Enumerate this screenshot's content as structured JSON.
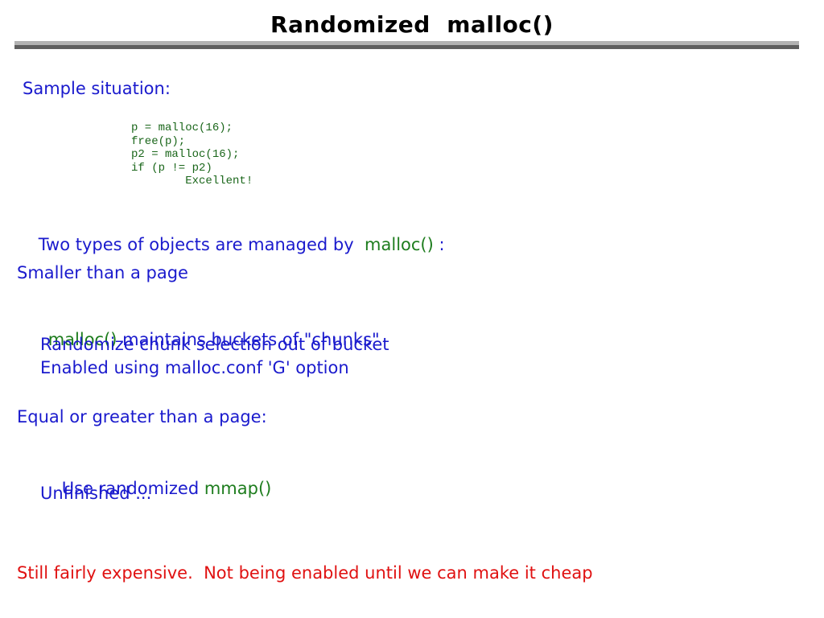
{
  "colors": {
    "title_black": "#000000",
    "text_blue": "#1a1acd",
    "inline_code_green": "#1e7d1e",
    "code_block_green": "#1a661a",
    "warning_red": "#e01111",
    "rule_light_gray": "#b2b2b2",
    "rule_dark_gray": "#5e5e5e"
  },
  "slide": {
    "title": "Randomized  malloc()",
    "sample_label": "Sample situation:",
    "code_block": {
      "lines": [
        "p = malloc(16);",
        "free(p);",
        "p2 = malloc(16);",
        "if (p != p2)",
        "        Excellent!"
      ]
    },
    "two_types": {
      "pre": "Two types of objects are managed by  ",
      "code": "malloc()",
      "post": " :"
    },
    "smaller_heading": "Smaller than a page",
    "buckets": {
      "code": "malloc()",
      "post": " maintains buckets of \"chunks\""
    },
    "randomize_line": "Randomize chunk selection out of bucket",
    "enabled_line": "Enabled using malloc.conf 'G' option",
    "equal_heading": "Equal or greater than a page:",
    "mmap": {
      "pre": "Use randomized ",
      "code": "mmap()"
    },
    "unfinished_line": "Unfinished ...",
    "warning_line": "Still fairly expensive.  Not being enabled until we can make it cheap"
  }
}
